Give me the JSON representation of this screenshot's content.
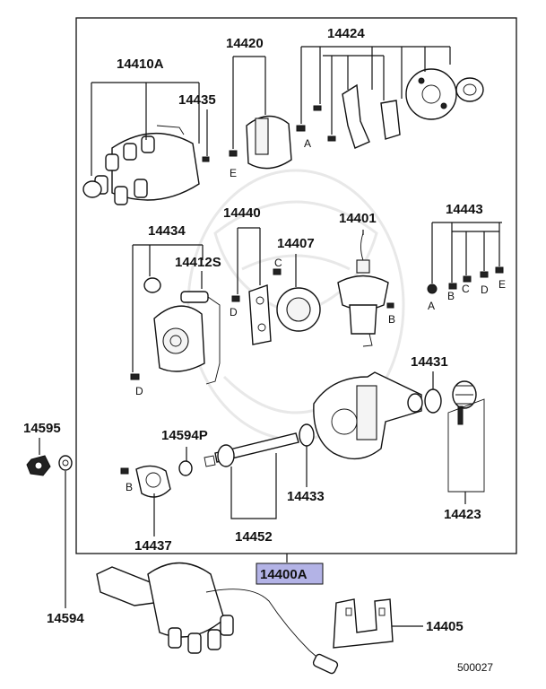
{
  "diagram": {
    "part_labels": {
      "p14410A": "14410A",
      "p14420": "14420",
      "p14424": "14424",
      "p14435": "14435",
      "p14440": "14440",
      "p14401": "14401",
      "p14434": "14434",
      "p14407": "14407",
      "p14443": "14443",
      "p14412S": "14412S",
      "p14431": "14431",
      "p14595": "14595",
      "p14594P": "14594P",
      "p14433": "14433",
      "p14423": "14423",
      "p14437": "14437",
      "p14452": "14452",
      "p14400A": "14400A",
      "p14594": "14594",
      "p14405": "14405"
    },
    "letter_callouts": {
      "e_cap": "E",
      "a_14424": "A",
      "c_14407": "C",
      "d_14440": "D",
      "b_14401": "B",
      "d_14434": "D",
      "b_14437": "B",
      "set_a": "A",
      "set_b": "B",
      "set_c": "C",
      "set_d": "D",
      "set_e": "E"
    },
    "diagram_code": "500027",
    "highlight_color": "#b3b3e6"
  }
}
